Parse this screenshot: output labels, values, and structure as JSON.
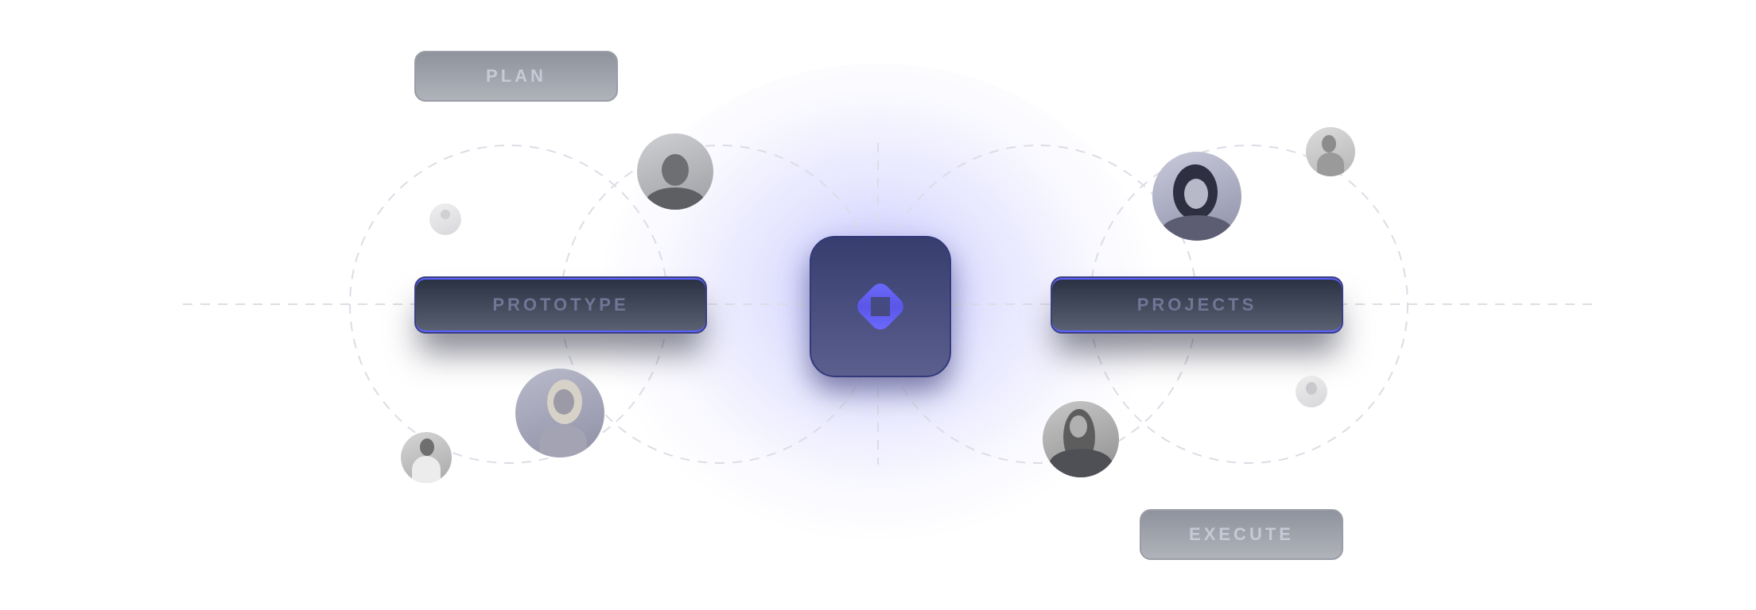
{
  "diagram": {
    "center_logo": {
      "icon": "diamond-square-logo-icon",
      "accent_color": "#6366f1"
    },
    "nodes": [
      {
        "id": "plan",
        "label": "PLAN",
        "style": "muted"
      },
      {
        "id": "prototype",
        "label": "PROTOTYPE",
        "style": "dark"
      },
      {
        "id": "projects",
        "label": "PROJECTS",
        "style": "dark"
      },
      {
        "id": "execute",
        "label": "EXECUTE",
        "style": "muted"
      }
    ],
    "avatars": [
      {
        "id": "avatar-man-beard",
        "size": "medium"
      },
      {
        "id": "avatar-woman-dark-hair",
        "size": "medium"
      },
      {
        "id": "avatar-person-top-right",
        "size": "small"
      },
      {
        "id": "avatar-tiny-left",
        "size": "tiny"
      },
      {
        "id": "avatar-woman-blonde",
        "size": "medium"
      },
      {
        "id": "avatar-man-white-shirt",
        "size": "small"
      },
      {
        "id": "avatar-person-long-hair",
        "size": "medium"
      },
      {
        "id": "avatar-tiny-right",
        "size": "tiny"
      }
    ],
    "colors": {
      "accent": "#6366f1",
      "dark_pill_top": "#283042",
      "dark_pill_bottom": "#5b6272",
      "muted_pill": "#a0a3ab",
      "guide_line": "#dcdde6"
    }
  }
}
